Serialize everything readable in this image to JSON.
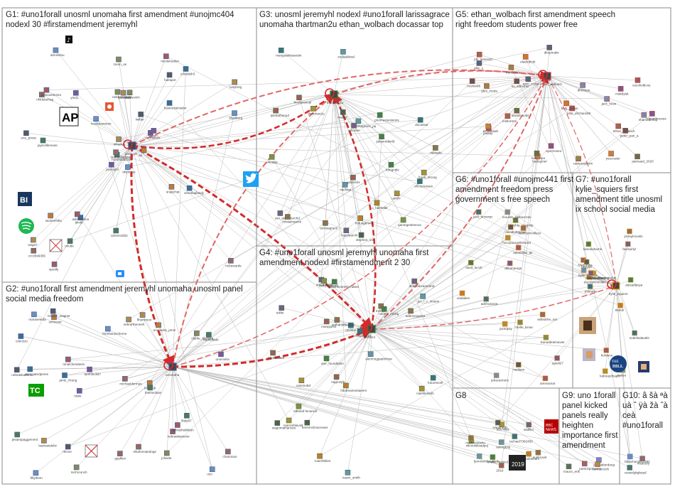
{
  "groups": [
    {
      "id": "G1",
      "lines": [
        "G1: #uno1forall unosml unomaha first amendment #unojmc404",
        "nodexl 30 #firstamendment jeremyhl"
      ]
    },
    {
      "id": "G2",
      "lines": [
        "G2: #uno1forall first amendment jeremyhl unomaha unosml panel",
        "social media freedom"
      ]
    },
    {
      "id": "G3",
      "lines": [
        "G3: unosml jeremyhl nodexl #uno1forall larissagrace",
        "unomaha thartman2u ethan_wolbach docassar top"
      ]
    },
    {
      "id": "G4",
      "lines": [
        "G4: #uno1forall unosml jeremyhl unomaha first",
        "amendment nodexl #firstamendment 2 30"
      ]
    },
    {
      "id": "G5",
      "lines": [
        "G5: ethan_wolbach first amendment speech",
        "right freedom students power free"
      ]
    },
    {
      "id": "G6",
      "lines": [
        "G6: #uno1forall #unojmc441 first",
        "amendment freedom press",
        "government s free speech"
      ]
    },
    {
      "id": "G7",
      "lines": [
        "G7: #uno1forall",
        "kylie_squiers first",
        "amendment title unosml",
        "ix school social media"
      ]
    },
    {
      "id": "G8",
      "lines": [
        "G8"
      ]
    },
    {
      "id": "G9",
      "lines": [
        "G9: uno 1forall",
        "panel kicked",
        "panels really",
        "heighten",
        "importance first",
        "amendment"
      ]
    },
    {
      "id": "G10",
      "lines": [
        "G10: â šà ªà",
        "uà ˆ ÿà žà ˆà",
        "ceà",
        "#uno1forall"
      ]
    }
  ],
  "hubs": [
    {
      "id": "jeremyhl",
      "label": "jeremyhl",
      "group": "G1"
    },
    {
      "id": "unomaha",
      "label": "unomaha",
      "group": "G2"
    },
    {
      "id": "unosml",
      "label": "unosml",
      "group": "G4"
    },
    {
      "id": "thartman2u",
      "label": "thartman2u",
      "group": "G3"
    },
    {
      "id": "ethan_wolbach",
      "label": "ethan_wolbach",
      "group": "G5"
    },
    {
      "id": "kylie_squiers",
      "label": "kylie_squiers",
      "group": "G7"
    }
  ],
  "nodes": {
    "G1": [
      "tiktok_us",
      "nhklebehag",
      "horseddady00",
      "wsga7",
      "ar_mblock",
      "jtlmlb",
      "nicoleloutker",
      "stankevich",
      "hubspot",
      "ap",
      "dennislou",
      "ncbewards",
      "jaynvillerouse",
      "rvaylong",
      "jeremyhl",
      "businessinsider",
      "spotify",
      "nebraskahoc",
      "twitter",
      "sacbeefolla",
      "rcaseleanman",
      "ccccbs6365",
      "unuds",
      "erbl-woltl",
      "lincoln",
      "vevetlaplasdy",
      "jessca232161",
      "zoom_us",
      "uno_press",
      "snapchat",
      "kfsalberg",
      "nebraskaggss",
      "cdremndl22",
      "mharles",
      "ymd1",
      "cdraidah3",
      "aidntarolina"
    ],
    "G2": [
      "uno",
      "chamman",
      "lliaty97",
      "llhernmon",
      "tamhlock87",
      "janie_chung",
      "nebraskastover",
      "techcrunch",
      "nebraskadema",
      "lcb_aub",
      "fillythem",
      "gayfilen",
      "thetrieckam",
      "laamawdeltz",
      "unomaha",
      "cdnrizzo",
      "aylesshabitlam",
      "jolowte",
      "rkmon",
      "ovhnews",
      "maraveteda",
      "elsahoniaedoge",
      "hamelldah",
      "nebrartheoneh",
      "rdaie",
      "associatedpress",
      "nmalchesdavlo",
      "clarke_decosta",
      "brooke_wagner",
      "unomaha_pmm",
      "thesharuscheme",
      "michaeldermas",
      "jesaeopaggement"
    ],
    "G3": [
      "nbcfinal",
      "larissagrace",
      "tomgnrjls",
      "thartman2u",
      "uwi_amanderchd",
      "marypatrlissandm",
      "freelancecpl",
      "unoepa",
      "majesl",
      "fndungemme",
      "larissagrace_pp",
      "cristialmsene",
      "julianredwrld",
      "frank_strong",
      "mjpelearchi",
      "docassar",
      "pdimitris",
      "gamegesteenus",
      "stephen_uno",
      "u_hatmelle",
      "sodaaldesd",
      "rskbrpfe",
      "pnomeesessions",
      "umnh-",
      "whoelec",
      "ehcsoresses",
      "tylerlatheoud"
    ],
    "G4": [
      "naam_smith",
      "mebbe",
      "nodexl_mixkg",
      "cammuttd",
      "ambastons",
      "futurescell",
      "tylerlahotes",
      "rdbmlaf-lnnaruel",
      "hennmclmacreaer",
      "ruamhbltes",
      "alumnngpadmhow",
      "adamvsayma",
      "amr_foundation",
      "niashleirsdh",
      "tuklis",
      "unosml",
      "nagronjtb",
      "kathyfolalend",
      "wagomaihanoes",
      "hibdreamestaeers",
      "jen_l_c_nistom",
      "anthanddealvoy",
      "uoommoelesterabed",
      "maromblavoll",
      "deborahcanmond",
      "richldegirjel",
      "manpjuckt"
    ],
    "G5": [
      "jack_hove",
      "mstlorrtce",
      "jasmaed_2020",
      "bedugmer",
      "makdylat",
      "ellie_o",
      "jaasay",
      "campuseform",
      "hs_sbbsmts",
      "eladotbcbt",
      "sharcbalrnbp",
      "ethan_wolbach",
      "alanloooobs",
      "inmamaalt",
      "cbvarthnuoss",
      "rgvo_ccma",
      "totla_ulrchandelt",
      "jdes_meda",
      "peter_pan_a",
      "berij_jordan",
      "dhmloon",
      "phl_lamen97",
      "tony_ripa",
      "youcouter",
      "ayschoneo",
      "dkopmaks",
      "cacoholbcos",
      "mhs1300",
      "mumie88"
    ],
    "G6": [
      "jebscanners",
      "seltedrhe_oet",
      "mishla_raggmlp",
      "hoccpoucartlisheutt",
      "dblamaregs",
      "adrihuszzat",
      "adeeldilar_lpr",
      "chelle_kinas",
      "davidtoltmmer",
      "viadaliee",
      "mouser_sollnarcssn",
      "aaarbutnvollacs",
      "davd_luccb",
      "jackdpsy",
      "agrali27",
      "jack_kmwzpc",
      "ammacsat",
      "banaddokmavse",
      "rsalitam"
    ],
    "G7": [
      "kylie_squiers",
      "jmsxylmuxtis",
      "alesadlpsya",
      "kaboaydnaper",
      "buerpirlyl",
      "nodelsalauttis",
      "hnnfomes",
      "theilmhollmmerjedot",
      "heyyuit",
      "thehill",
      "inulya",
      "elycksfmmclan",
      "kamalaharris",
      "trumpskaerl",
      "realdonaldtrump",
      "jrskrarrie",
      "hohmeo"
    ],
    "G8": [
      "samrgbnji",
      "sunhcaxit",
      "chelia_mstricd",
      "bbcnews",
      "sddlllel",
      "rachael7382450",
      "2019",
      "wlctrolsksadpoj",
      "wandhrdlu",
      "rtsnlekham",
      "ljemmerdeuddmk",
      "marlonstoshu"
    ],
    "G9": [
      "jarnbaberdeeg",
      "patrickprinoc01",
      "mauro_erik",
      "camsenzoh"
    ],
    "G10": [
      "bblachander1982",
      "msdoury",
      "ceaselgkgbepd"
    ]
  },
  "icon_nodes": {
    "tiktok": "tiktok-icon",
    "hubspot": "hubspot-icon",
    "ap": "ap-logo",
    "businessinsider": "business-insider-logo",
    "spotify": "spotify-icon",
    "twitter": "twitter-icon",
    "zoom": "zoom-icon",
    "techcrunch": "techcrunch-logo",
    "thehill": "the-hill-logo",
    "bbc": "bbc-news-logo"
  },
  "colors": {
    "background": "#ffffff",
    "group_border": "#8a8a8a",
    "edge_gray": "#b9b9b9",
    "edge_red": "#d42a2a",
    "edge_red_light": "#e06666"
  }
}
